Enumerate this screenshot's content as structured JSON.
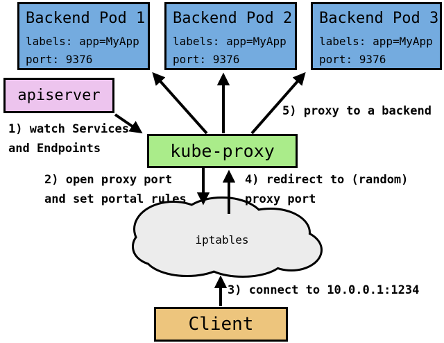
{
  "nodes": {
    "pod1": {
      "title": "Backend Pod 1",
      "labels": "labels: app=MyApp",
      "port": "port: 9376"
    },
    "pod2": {
      "title": "Backend Pod 2",
      "labels": "labels: app=MyApp",
      "port": "port: 9376"
    },
    "pod3": {
      "title": "Backend Pod 3",
      "labels": "labels: app=MyApp",
      "port": "port: 9376"
    },
    "apiserver": {
      "title": "apiserver"
    },
    "kube_proxy": {
      "title": "kube-proxy"
    },
    "iptables": {
      "title": "iptables"
    },
    "client": {
      "title": "Client"
    }
  },
  "annotations": {
    "step1": {
      "line1": "1) watch Services",
      "line2": "and Endpoints"
    },
    "step2": {
      "line1": "2) open proxy port",
      "line2": "and set portal rules"
    },
    "step3": {
      "line1": "3) connect to 10.0.0.1:1234"
    },
    "step4": {
      "line1": "4) redirect to (random)",
      "line2": "proxy port"
    },
    "step5": {
      "line1": "5) proxy to a backend"
    }
  },
  "colors": {
    "background": "#ffffff",
    "pod_fill": "#74abdf",
    "apiserver_fill": "#edc4ee",
    "kube_proxy_fill": "#aaec8a",
    "client_fill": "#edc57d",
    "cloud_fill": "#ececec",
    "border": "#000000",
    "arrow": "#000000"
  }
}
